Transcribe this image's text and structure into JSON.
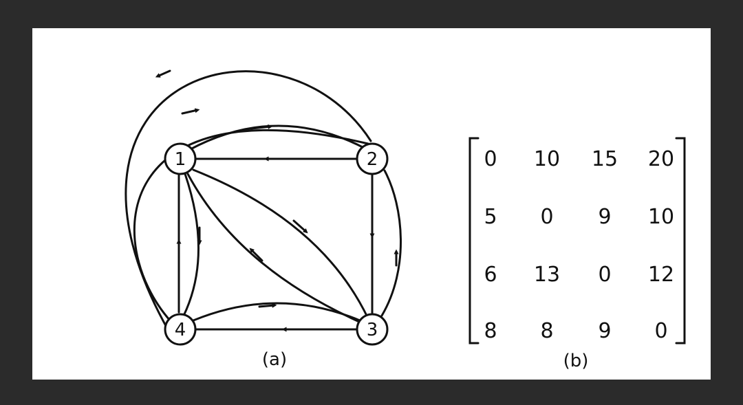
{
  "graph": {
    "nodes": [
      {
        "id": "1",
        "label": "1"
      },
      {
        "id": "2",
        "label": "2"
      },
      {
        "id": "3",
        "label": "3"
      },
      {
        "id": "4",
        "label": "4"
      }
    ],
    "caption": "(a)"
  },
  "matrix": {
    "rows": [
      [
        "0",
        "10",
        "15",
        "20"
      ],
      [
        "5",
        "0",
        "9",
        "10"
      ],
      [
        "6",
        "13",
        "0",
        "12"
      ],
      [
        "8",
        "8",
        "9",
        "0"
      ]
    ],
    "caption": "(b)"
  }
}
